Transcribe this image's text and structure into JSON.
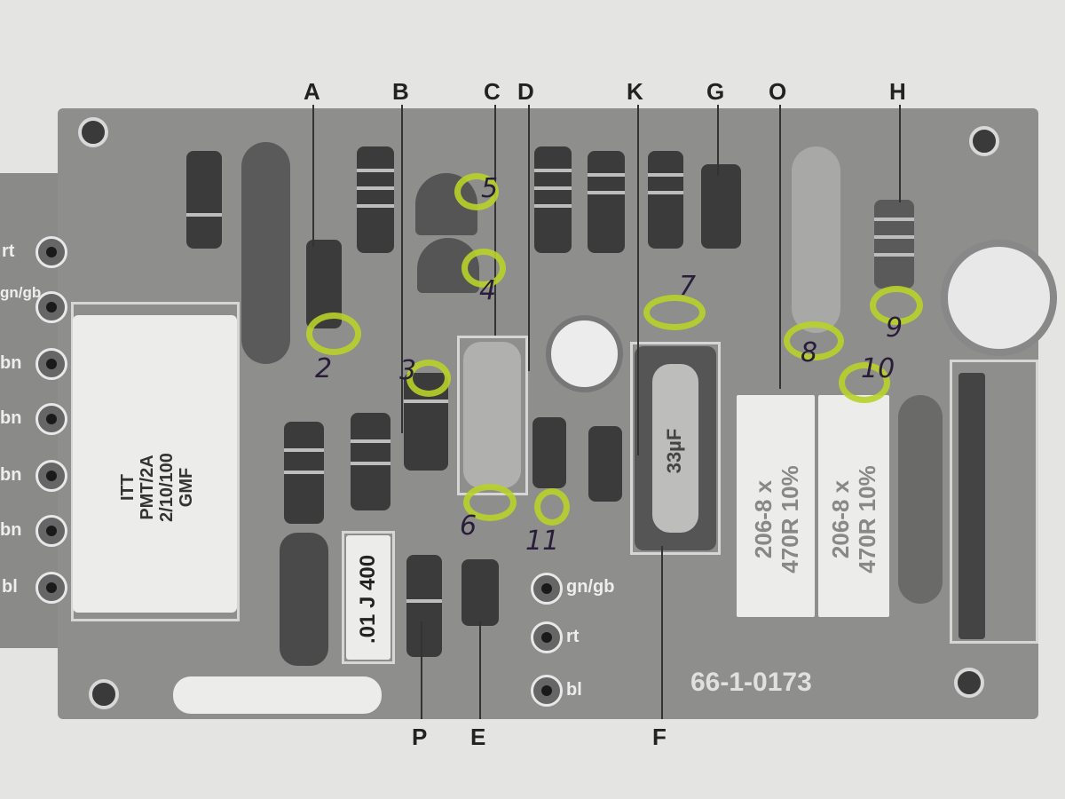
{
  "top_labels": [
    "A",
    "B",
    "C",
    "D",
    "K",
    "G",
    "O",
    "H"
  ],
  "bottom_labels": [
    "P",
    "E",
    "F"
  ],
  "left_pins": [
    "rt",
    "gn/gb",
    "bn",
    "bn",
    "bn",
    "bn",
    "bl"
  ],
  "bottom_pins": [
    "gn/gb",
    "rt",
    "bl"
  ],
  "board_number": "66-1-0173",
  "transformer": {
    "line1": "ITT",
    "line2": "PMT/2A",
    "line3": "2/10/100",
    "line4": "GMF"
  },
  "capacitor_label": ".01 J 400",
  "big_cap_label": "33µF",
  "resistor1": {
    "line1": "206-8 x",
    "line2": "470R 10%"
  },
  "resistor2": {
    "line1": "206-8 x",
    "line2": "470R 10%"
  },
  "markers": [
    "2",
    "3",
    "4",
    "5",
    "6",
    "7",
    "8",
    "9",
    "10",
    "11"
  ],
  "colors": {
    "marker": "#b8d22a",
    "board": "#8e8e8c",
    "paper": "#e4e4e2"
  }
}
